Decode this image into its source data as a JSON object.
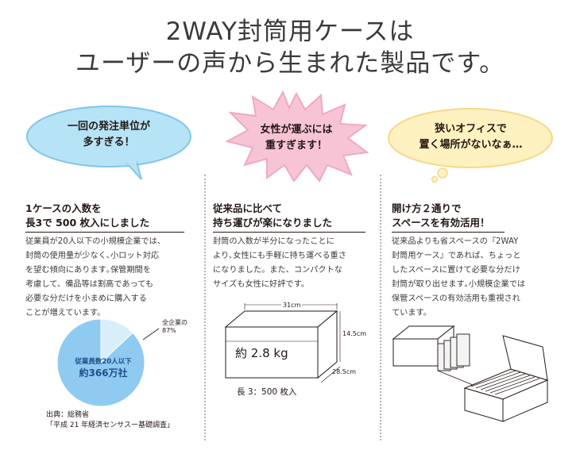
{
  "headline": {
    "line1": "2WAY封筒用ケースは",
    "line2": "ユーザーの声から生まれた製品です。"
  },
  "columns": [
    {
      "bubble": [
        "一回の発注単位が",
        "多すぎる！"
      ],
      "heading": [
        "1ケースの入数を",
        "長3で 500 枚入にしました"
      ],
      "body": [
        "従業員が20人以下の小規模企業では、",
        "封筒の使用量が少なく､小ロット対応",
        "を望む傾向にあります｡保管期間を",
        "考慮して、備品等は割高であっても",
        "必要な分だけを小まめに購入する",
        "ことが増えています。"
      ],
      "pie": {
        "outer_label": [
          "全企業の",
          "87%"
        ],
        "inner_label": [
          "従業員数20人以下",
          "約366万社"
        ],
        "share": 0.87
      },
      "source": [
        "出典：総務省",
        "「平成 21 年経済センサスー基礎調査」"
      ]
    },
    {
      "bubble": [
        "女性が運ぶには",
        "重すぎます！"
      ],
      "heading": [
        "従来品に比べて",
        "持ち運びが楽になりました"
      ],
      "body": [
        "封筒の入数が半分になったことに",
        "より､女性にも手軽に持ち運べる重さ",
        "になりました。また、コンパクトな",
        "サイズも女性に好評です。"
      ],
      "box": {
        "width": "31cm",
        "height": "14.5cm",
        "depth": "28.5cm",
        "weight": "約 2.8 kg",
        "caption": "長 3：500 枚入"
      }
    },
    {
      "bubble": [
        "狭いオフィスで",
        "置く場所がないなぁ…"
      ],
      "heading": [
        "開け方２通りで",
        "スペースを有効活用！"
      ],
      "body": [
        "従来品よりも省スペースの『2WAY",
        "封筒用ケース』であれば、ちょっと",
        "したスペースに置けて必要な分だけ",
        "封筒が取り出せます｡小規模企業では",
        "保管スペースの有効活用も重視され",
        "ています。"
      ]
    }
  ],
  "colors": {
    "bubble_blue": "#b7e3f7",
    "bubble_blue_stroke": "#7fc6ea",
    "bubble_pink": "#f7c4d6",
    "bubble_pink_stroke": "#f1a8c2",
    "bubble_cream": "#fdf1bf",
    "bubble_cream_stroke": "#f3d98a",
    "pie_major": "#8fcbf0",
    "pie_minor": "#d8eef9",
    "divider": "#b4b4b4"
  }
}
